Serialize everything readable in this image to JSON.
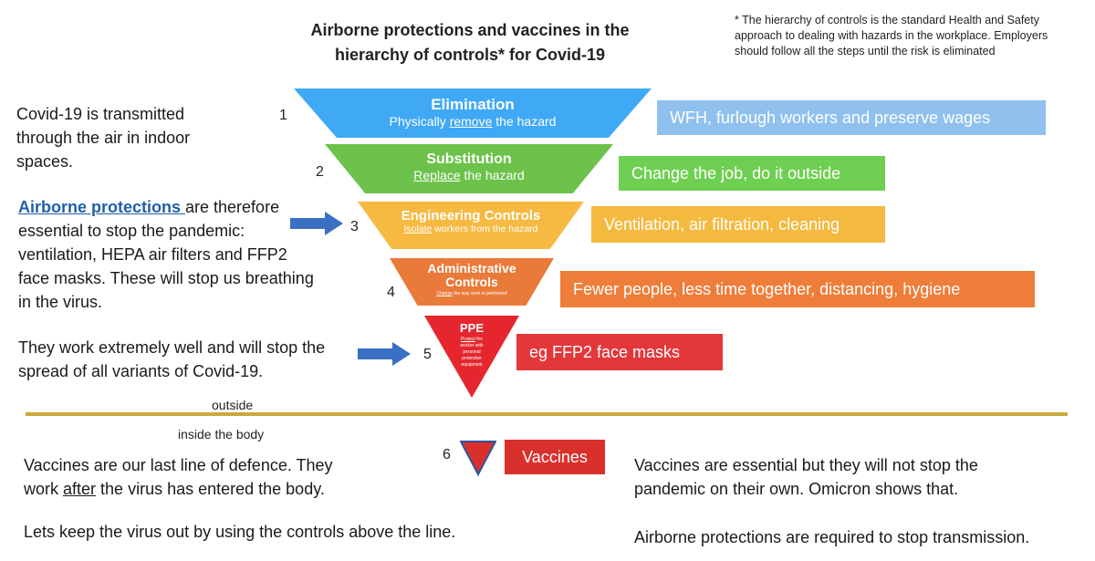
{
  "title": {
    "line1": "Airborne protections and vaccines in the",
    "line2": "hierarchy of controls* for Covid-19"
  },
  "footnote": "* The hierarchy of controls is the standard Health and Safety approach to dealing with hazards in the workplace. Employers should  follow all the steps until the risk is eliminated",
  "left_text": {
    "p1": "Covid-19 is transmitted through the air in indoor spaces.",
    "p2_link": "Airborne protections ",
    "p2_rest": "are therefore essential to stop the pandemic: ventilation, HEPA air filters and FFP2 face masks.  These will stop us breathing in the virus.",
    "p3": "They work extremely well and will stop the spread of all variants of Covid-19."
  },
  "tiers": [
    {
      "number": "1",
      "name": "Elimination",
      "sub_pre": "Physically ",
      "sub_u": "remove",
      "sub_post": " the hazard",
      "color": "#3fa9f5",
      "action": "WFH, furlough workers and preserve wages",
      "action_color": "#8fc0ee"
    },
    {
      "number": "2",
      "name": "Substitution",
      "sub_pre": "",
      "sub_u": "Replace",
      "sub_post": " the hazard",
      "color": "#6cc24a",
      "action": "Change the job, do it outside",
      "action_color": "#6fcf52"
    },
    {
      "number": "3",
      "name": "Engineering Controls",
      "sub_pre": "",
      "sub_u": "Isolate",
      "sub_post": " workers from the hazard",
      "color": "#f6b942",
      "action": "Ventilation, air filtration, cleaning",
      "action_color": "#f4b93f"
    },
    {
      "number": "4",
      "name": "Administrative Controls",
      "sub_pre": "",
      "sub_u": "Change",
      "sub_post": " the way work is performed",
      "color": "#ea7a3a",
      "action": "Fewer people, less time together, distancing, hygiene",
      "action_color": "#ee7d3a"
    },
    {
      "number": "5",
      "name": "PPE",
      "sub_pre": "",
      "sub_u": "Protect",
      "sub_post": " the worker with personal protective equipment",
      "color": "#e5262e",
      "action": "eg FFP2 face masks",
      "action_color": "#e3373a"
    }
  ],
  "divider": {
    "outside": "outside",
    "inside": "inside the body"
  },
  "vaccine": {
    "number": "6",
    "label": "Vaccines",
    "color": "#d9302c"
  },
  "bottom_left": {
    "line1": "Vaccines are our last line of defence.  They",
    "line2_pre": "work ",
    "line2_u": "after",
    "line2_post": " the virus has entered the body.",
    "line3": "Lets keep the virus out by using the controls above the line."
  },
  "bottom_right": {
    "line1": "Vaccines are essential but they will not stop the",
    "line2": "pandemic on their own.  Omicron shows that.",
    "line3": "Airborne protections are required to stop transmission."
  },
  "colors": {
    "arrow": "#3b6fc4",
    "divider": "#c9a93a",
    "link": "#1f5fa8"
  }
}
